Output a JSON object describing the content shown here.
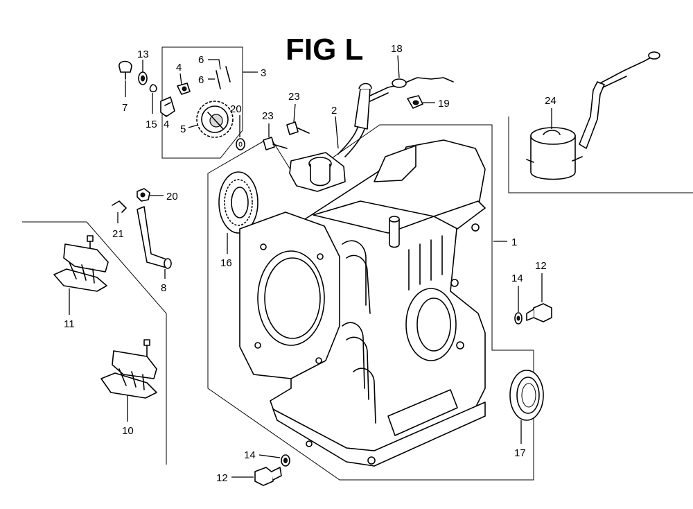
{
  "title": "FIG L",
  "callouts": [
    {
      "id": "c13",
      "label": "13"
    },
    {
      "id": "c7",
      "label": "7"
    },
    {
      "id": "c15",
      "label": "15"
    },
    {
      "id": "c4a",
      "label": "4"
    },
    {
      "id": "c4b",
      "label": "4"
    },
    {
      "id": "c5",
      "label": "5"
    },
    {
      "id": "c6a",
      "label": "6"
    },
    {
      "id": "c6b",
      "label": "6"
    },
    {
      "id": "c3",
      "label": "3"
    },
    {
      "id": "c20a",
      "label": "20"
    },
    {
      "id": "c18",
      "label": "18"
    },
    {
      "id": "c23a",
      "label": "23"
    },
    {
      "id": "c23b",
      "label": "23"
    },
    {
      "id": "c2",
      "label": "2"
    },
    {
      "id": "c19",
      "label": "19"
    },
    {
      "id": "c24",
      "label": "24"
    },
    {
      "id": "c20b",
      "label": "20"
    },
    {
      "id": "c21",
      "label": "21"
    },
    {
      "id": "c16",
      "label": "16"
    },
    {
      "id": "c1",
      "label": "1"
    },
    {
      "id": "c8",
      "label": "8"
    },
    {
      "id": "c11",
      "label": "11"
    },
    {
      "id": "c14a",
      "label": "14"
    },
    {
      "id": "c12a",
      "label": "12"
    },
    {
      "id": "c10",
      "label": "10"
    },
    {
      "id": "c17",
      "label": "17"
    },
    {
      "id": "c14b",
      "label": "14"
    },
    {
      "id": "c12b",
      "label": "12"
    }
  ]
}
